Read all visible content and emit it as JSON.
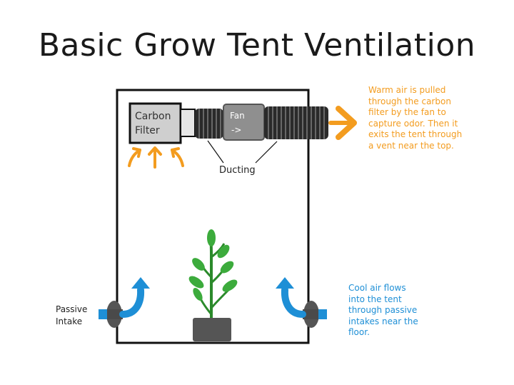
{
  "title": "Basic Grow Tent Ventilation",
  "labels": {
    "carbon_filter_line1": "Carbon",
    "carbon_filter_line2": "Filter",
    "fan_line1": "Fan",
    "fan_line2": "->",
    "ducting": "Ducting",
    "passive_intake_line1": "Passive",
    "passive_intake_line2": "Intake"
  },
  "notes": {
    "warm_air": "Warm air is pulled\nthrough the carbon\nfilter by the fan to\ncapture odor.  Then it\nexits the tent through\na vent near the top.",
    "cool_air": "Cool air flows\ninto the tent\nthrough passive\nintakes near the\nfloor."
  },
  "colors": {
    "warm": "#f39c1f",
    "cool": "#1e8fd6",
    "outline": "#111111",
    "filter_fill": "#cfcfcf",
    "fan_fill": "#8f8f8f",
    "duct": "#2a2a2a",
    "pot": "#555555",
    "leaf": "#3cab3c",
    "leaf_dark": "#2b8a2b"
  },
  "icons": {
    "warm_exhaust_arrow": "arrow-right-icon",
    "intake_arrows": "arrow-up-icon",
    "cool_intake_arrows": "curved-arrow-icon",
    "plant": "plant-icon"
  }
}
